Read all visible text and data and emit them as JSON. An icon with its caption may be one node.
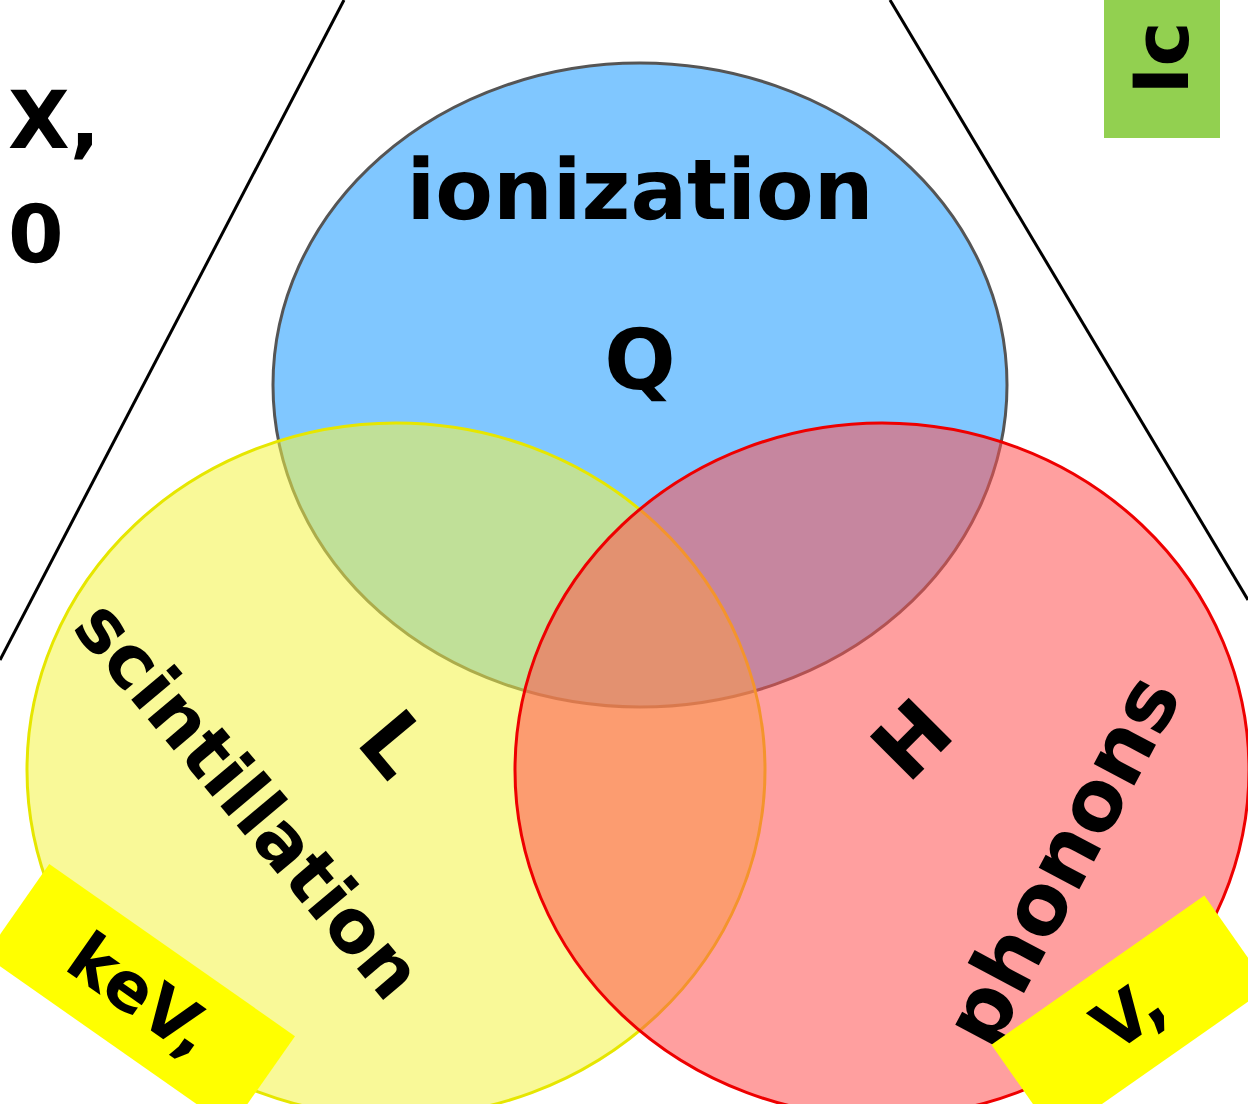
{
  "diagram": {
    "nodes": [
      {
        "text": [
          "ionization",
          "Q"
        ]
      },
      {
        "text": [
          "scintillation",
          "L"
        ]
      },
      {
        "text": [
          "H",
          "phonons"
        ]
      }
    ],
    "labels": [
      "X,",
      "0",
      "Ic",
      "keV,",
      "V,"
    ]
  }
}
